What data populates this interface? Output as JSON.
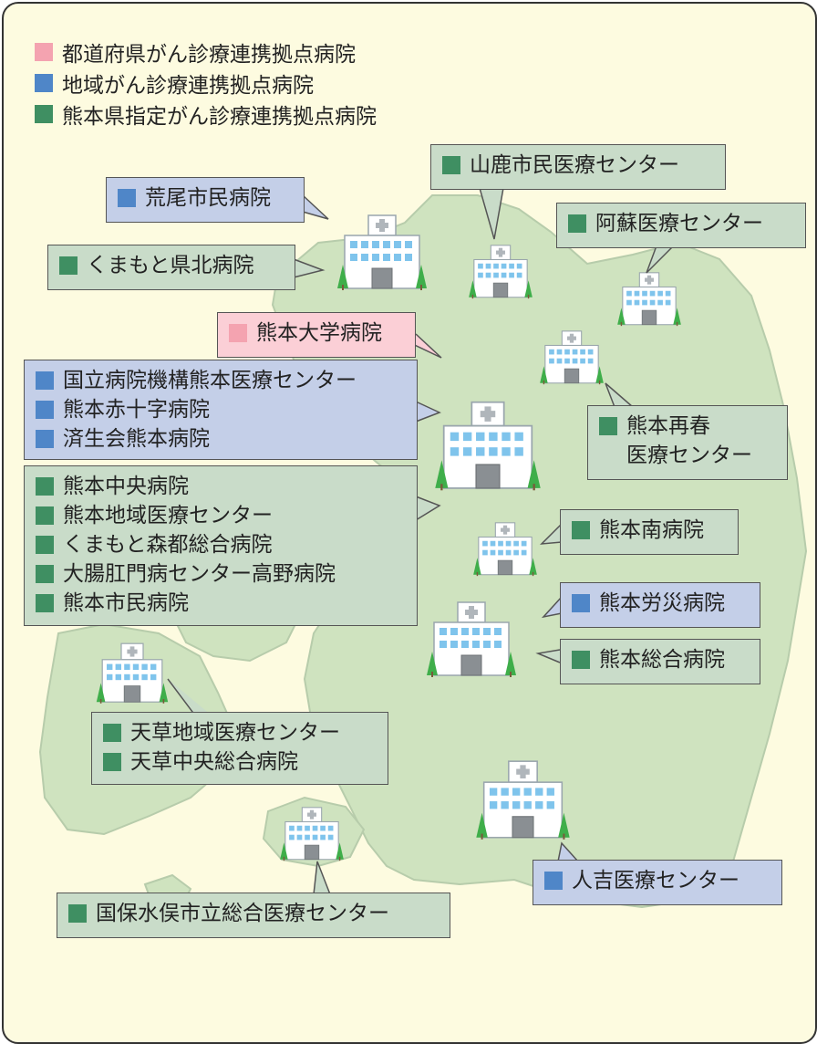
{
  "legend": {
    "items": [
      {
        "label": "都道府県がん診療連携拠点病院",
        "color": "#f4a3b0"
      },
      {
        "label": "地域がん診療連携拠点病院",
        "color": "#4f86c8"
      },
      {
        "label": "熊本県指定がん診療連携拠点病院",
        "color": "#3f8f62"
      }
    ]
  },
  "colors": {
    "prefectural": "#f4a3b0",
    "regional": "#4f86c8",
    "kumamoto_designated": "#3f8f62",
    "land": "#cfe3bf",
    "background": "#fdfbe0"
  },
  "callouts": {
    "yamaga": {
      "hospitals": [
        "山鹿市民医療センター"
      ]
    },
    "arao": {
      "hospitals": [
        "荒尾市民病院"
      ]
    },
    "aso": {
      "hospitals": [
        "阿蘇医療センター"
      ]
    },
    "kumamoto_hokubu": {
      "hospitals": [
        "くまもと県北病院"
      ]
    },
    "kumamoto_univ": {
      "hospitals": [
        "熊本大学病院"
      ]
    },
    "regional_center": {
      "hospitals": [
        "国立病院機構熊本医療センター",
        "熊本赤十字病院",
        "済生会熊本病院"
      ]
    },
    "saishun": {
      "lines": [
        "熊本再春",
        "医療センター"
      ]
    },
    "designated_center": {
      "hospitals": [
        "熊本中央病院",
        "熊本地域医療センター",
        "くまもと森都総合病院",
        "大腸肛門病センター高野病院",
        "熊本市民病院"
      ]
    },
    "minami": {
      "hospitals": [
        "熊本南病院"
      ]
    },
    "rosai": {
      "hospitals": [
        "熊本労災病院"
      ]
    },
    "sogo": {
      "hospitals": [
        "熊本総合病院"
      ]
    },
    "amakusa": {
      "hospitals": [
        "天草地域医療センター",
        "天草中央総合病院"
      ]
    },
    "hitoyoshi": {
      "hospitals": [
        "人吉医療センター"
      ]
    },
    "minamata": {
      "hospitals": [
        "国保水俣市立総合医療センター"
      ]
    }
  },
  "icons": {
    "hospital": "hospital-building-icon",
    "tree": "tree-icon",
    "legend_marker": "square-marker"
  }
}
